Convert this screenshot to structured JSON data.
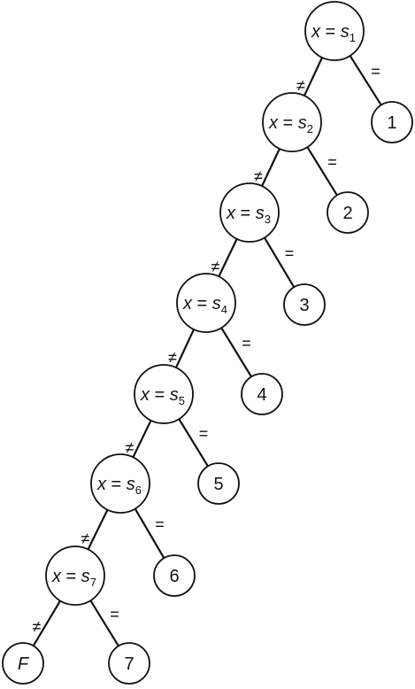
{
  "labels": {
    "eq": "=",
    "neq": "≠"
  },
  "tests": [
    {
      "var": "x",
      "op": " = ",
      "sym": "s",
      "sub": "1"
    },
    {
      "var": "x",
      "op": " = ",
      "sym": "s",
      "sub": "2"
    },
    {
      "var": "x",
      "op": " = ",
      "sym": "s",
      "sub": "3"
    },
    {
      "var": "x",
      "op": " = ",
      "sym": "s",
      "sub": "4"
    },
    {
      "var": "x",
      "op": " = ",
      "sym": "s",
      "sub": "5"
    },
    {
      "var": "x",
      "op": " = ",
      "sym": "s",
      "sub": "6"
    },
    {
      "var": "x",
      "op": " = ",
      "sym": "s",
      "sub": "7"
    }
  ],
  "leaves": [
    "1",
    "2",
    "3",
    "4",
    "5",
    "6",
    "7"
  ],
  "fail_leaf": "F"
}
